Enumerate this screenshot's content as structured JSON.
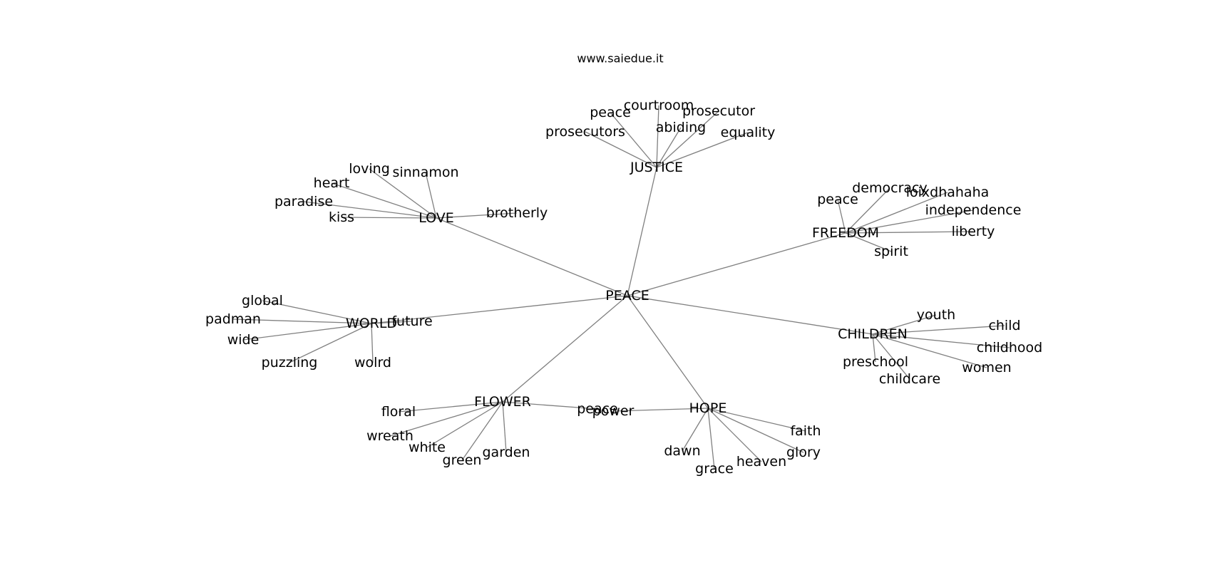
{
  "caption": "www.saiedue.it",
  "colors": {
    "edge": "#808080",
    "text": "#000000",
    "background": "#ffffff"
  },
  "graph": {
    "center": "PEACE",
    "hubs": [
      "JUSTICE",
      "LOVE",
      "FREEDOM",
      "WORLD",
      "CHILDREN",
      "FLOWER",
      "HOPE"
    ],
    "nodes": [
      "PEACE",
      "JUSTICE",
      "LOVE",
      "FREEDOM",
      "WORLD",
      "CHILDREN",
      "FLOWER",
      "HOPE",
      "courtroom",
      "peace",
      "prosecutor",
      "abiding",
      "prosecutors",
      "equality",
      "loving",
      "sinnamon",
      "heart",
      "paradise",
      "kiss",
      "brotherly",
      "democracy",
      "peace",
      "loixdhahaha",
      "independence",
      "liberty",
      "spirit",
      "global",
      "padman",
      "wide",
      "puzzling",
      "wolrd",
      "future",
      "youth",
      "child",
      "childhood",
      "preschool",
      "childcare",
      "women",
      "floral",
      "wreath",
      "white",
      "green",
      "garden",
      "peace",
      "power",
      "dawn",
      "grace",
      "heaven",
      "glory",
      "faith"
    ],
    "edges": [
      [
        "PEACE",
        "JUSTICE"
      ],
      [
        "PEACE",
        "LOVE"
      ],
      [
        "PEACE",
        "FREEDOM"
      ],
      [
        "PEACE",
        "WORLD"
      ],
      [
        "PEACE",
        "CHILDREN"
      ],
      [
        "PEACE",
        "FLOWER"
      ],
      [
        "PEACE",
        "HOPE"
      ],
      [
        "JUSTICE",
        "courtroom"
      ],
      [
        "JUSTICE",
        "peace"
      ],
      [
        "JUSTICE",
        "prosecutor"
      ],
      [
        "JUSTICE",
        "abiding"
      ],
      [
        "JUSTICE",
        "prosecutors"
      ],
      [
        "JUSTICE",
        "equality"
      ],
      [
        "LOVE",
        "loving"
      ],
      [
        "LOVE",
        "sinnamon"
      ],
      [
        "LOVE",
        "heart"
      ],
      [
        "LOVE",
        "paradise"
      ],
      [
        "LOVE",
        "kiss"
      ],
      [
        "LOVE",
        "brotherly"
      ],
      [
        "FREEDOM",
        "democracy"
      ],
      [
        "FREEDOM",
        "peace"
      ],
      [
        "FREEDOM",
        "loixdhahaha"
      ],
      [
        "FREEDOM",
        "independence"
      ],
      [
        "FREEDOM",
        "liberty"
      ],
      [
        "FREEDOM",
        "spirit"
      ],
      [
        "WORLD",
        "global"
      ],
      [
        "WORLD",
        "padman"
      ],
      [
        "WORLD",
        "wide"
      ],
      [
        "WORLD",
        "puzzling"
      ],
      [
        "WORLD",
        "wolrd"
      ],
      [
        "WORLD",
        "future"
      ],
      [
        "CHILDREN",
        "youth"
      ],
      [
        "CHILDREN",
        "child"
      ],
      [
        "CHILDREN",
        "childhood"
      ],
      [
        "CHILDREN",
        "preschool"
      ],
      [
        "CHILDREN",
        "childcare"
      ],
      [
        "CHILDREN",
        "women"
      ],
      [
        "FLOWER",
        "floral"
      ],
      [
        "FLOWER",
        "wreath"
      ],
      [
        "FLOWER",
        "white"
      ],
      [
        "FLOWER",
        "green"
      ],
      [
        "FLOWER",
        "garden"
      ],
      [
        "FLOWER",
        "peace"
      ],
      [
        "HOPE",
        "power"
      ],
      [
        "HOPE",
        "dawn"
      ],
      [
        "HOPE",
        "grace"
      ],
      [
        "HOPE",
        "heaven"
      ],
      [
        "HOPE",
        "glory"
      ],
      [
        "HOPE",
        "faith"
      ]
    ]
  }
}
